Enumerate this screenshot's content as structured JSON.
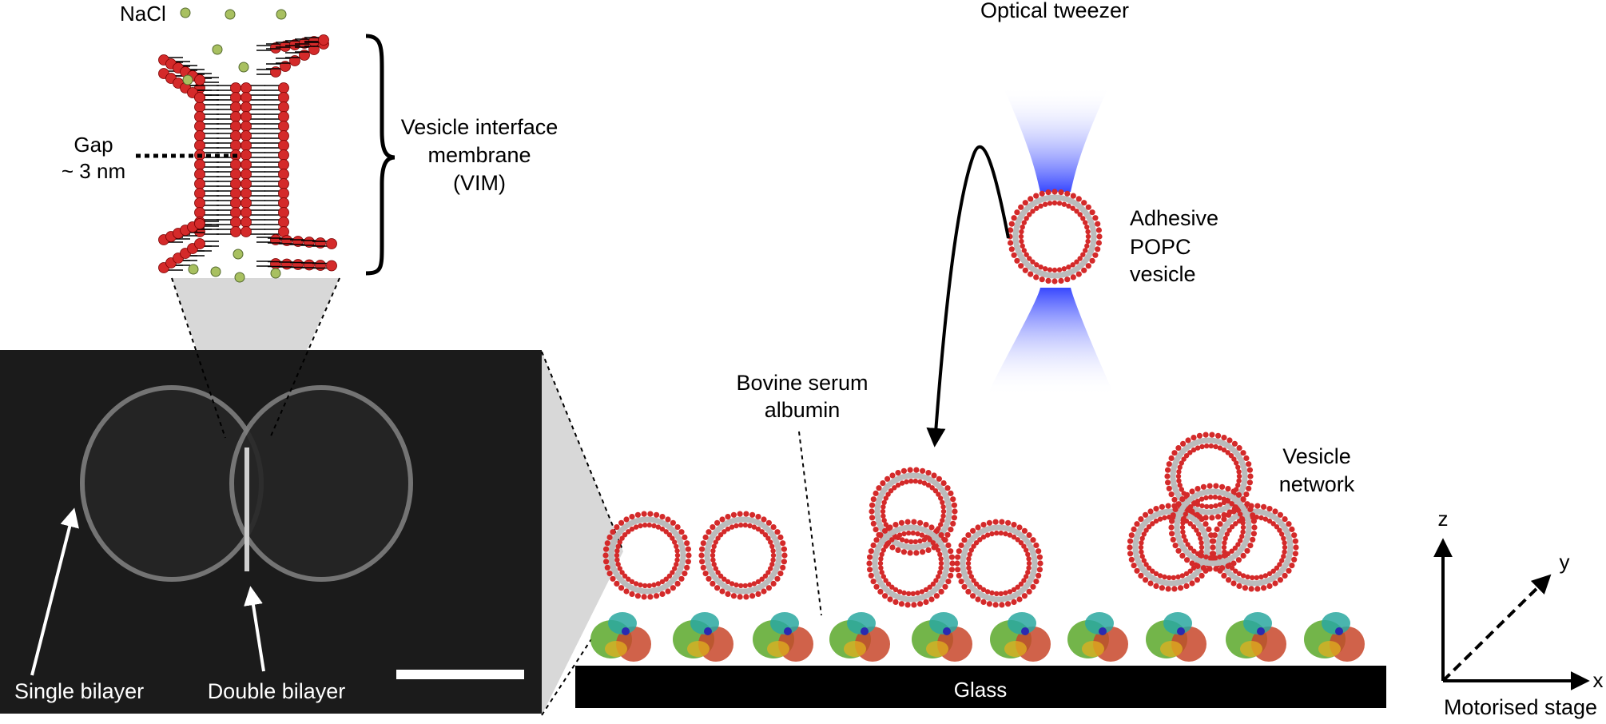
{
  "labels": {
    "nacl": "NaCl",
    "gap_line1": "Gap",
    "gap_line2": "~ 3 nm",
    "vim_line1": "Vesicle interface",
    "vim_line2": "membrane",
    "vim_line3": "(VIM)",
    "optical_tweezer": "Optical tweezer",
    "adhesive_line1": "Adhesive",
    "adhesive_line2": "POPC",
    "adhesive_line3": "vesicle",
    "bsa_line1": "Bovine serum",
    "bsa_line2": "albumin",
    "network_line1": "Vesicle",
    "network_line2": "network",
    "single_bilayer": "Single bilayer",
    "double_bilayer": "Double bilayer",
    "glass": "Glass",
    "axis_z": "z",
    "axis_y": "y",
    "axis_x": "x",
    "motorised_stage": "Motorised stage"
  },
  "colors": {
    "lipid_head": "#d42a2a",
    "ion": "#a8c060",
    "beam": "#4a5cff",
    "micrograph_bg": "#1b1b1b",
    "glass": "#000000",
    "funnel": "#d8d8d8"
  }
}
